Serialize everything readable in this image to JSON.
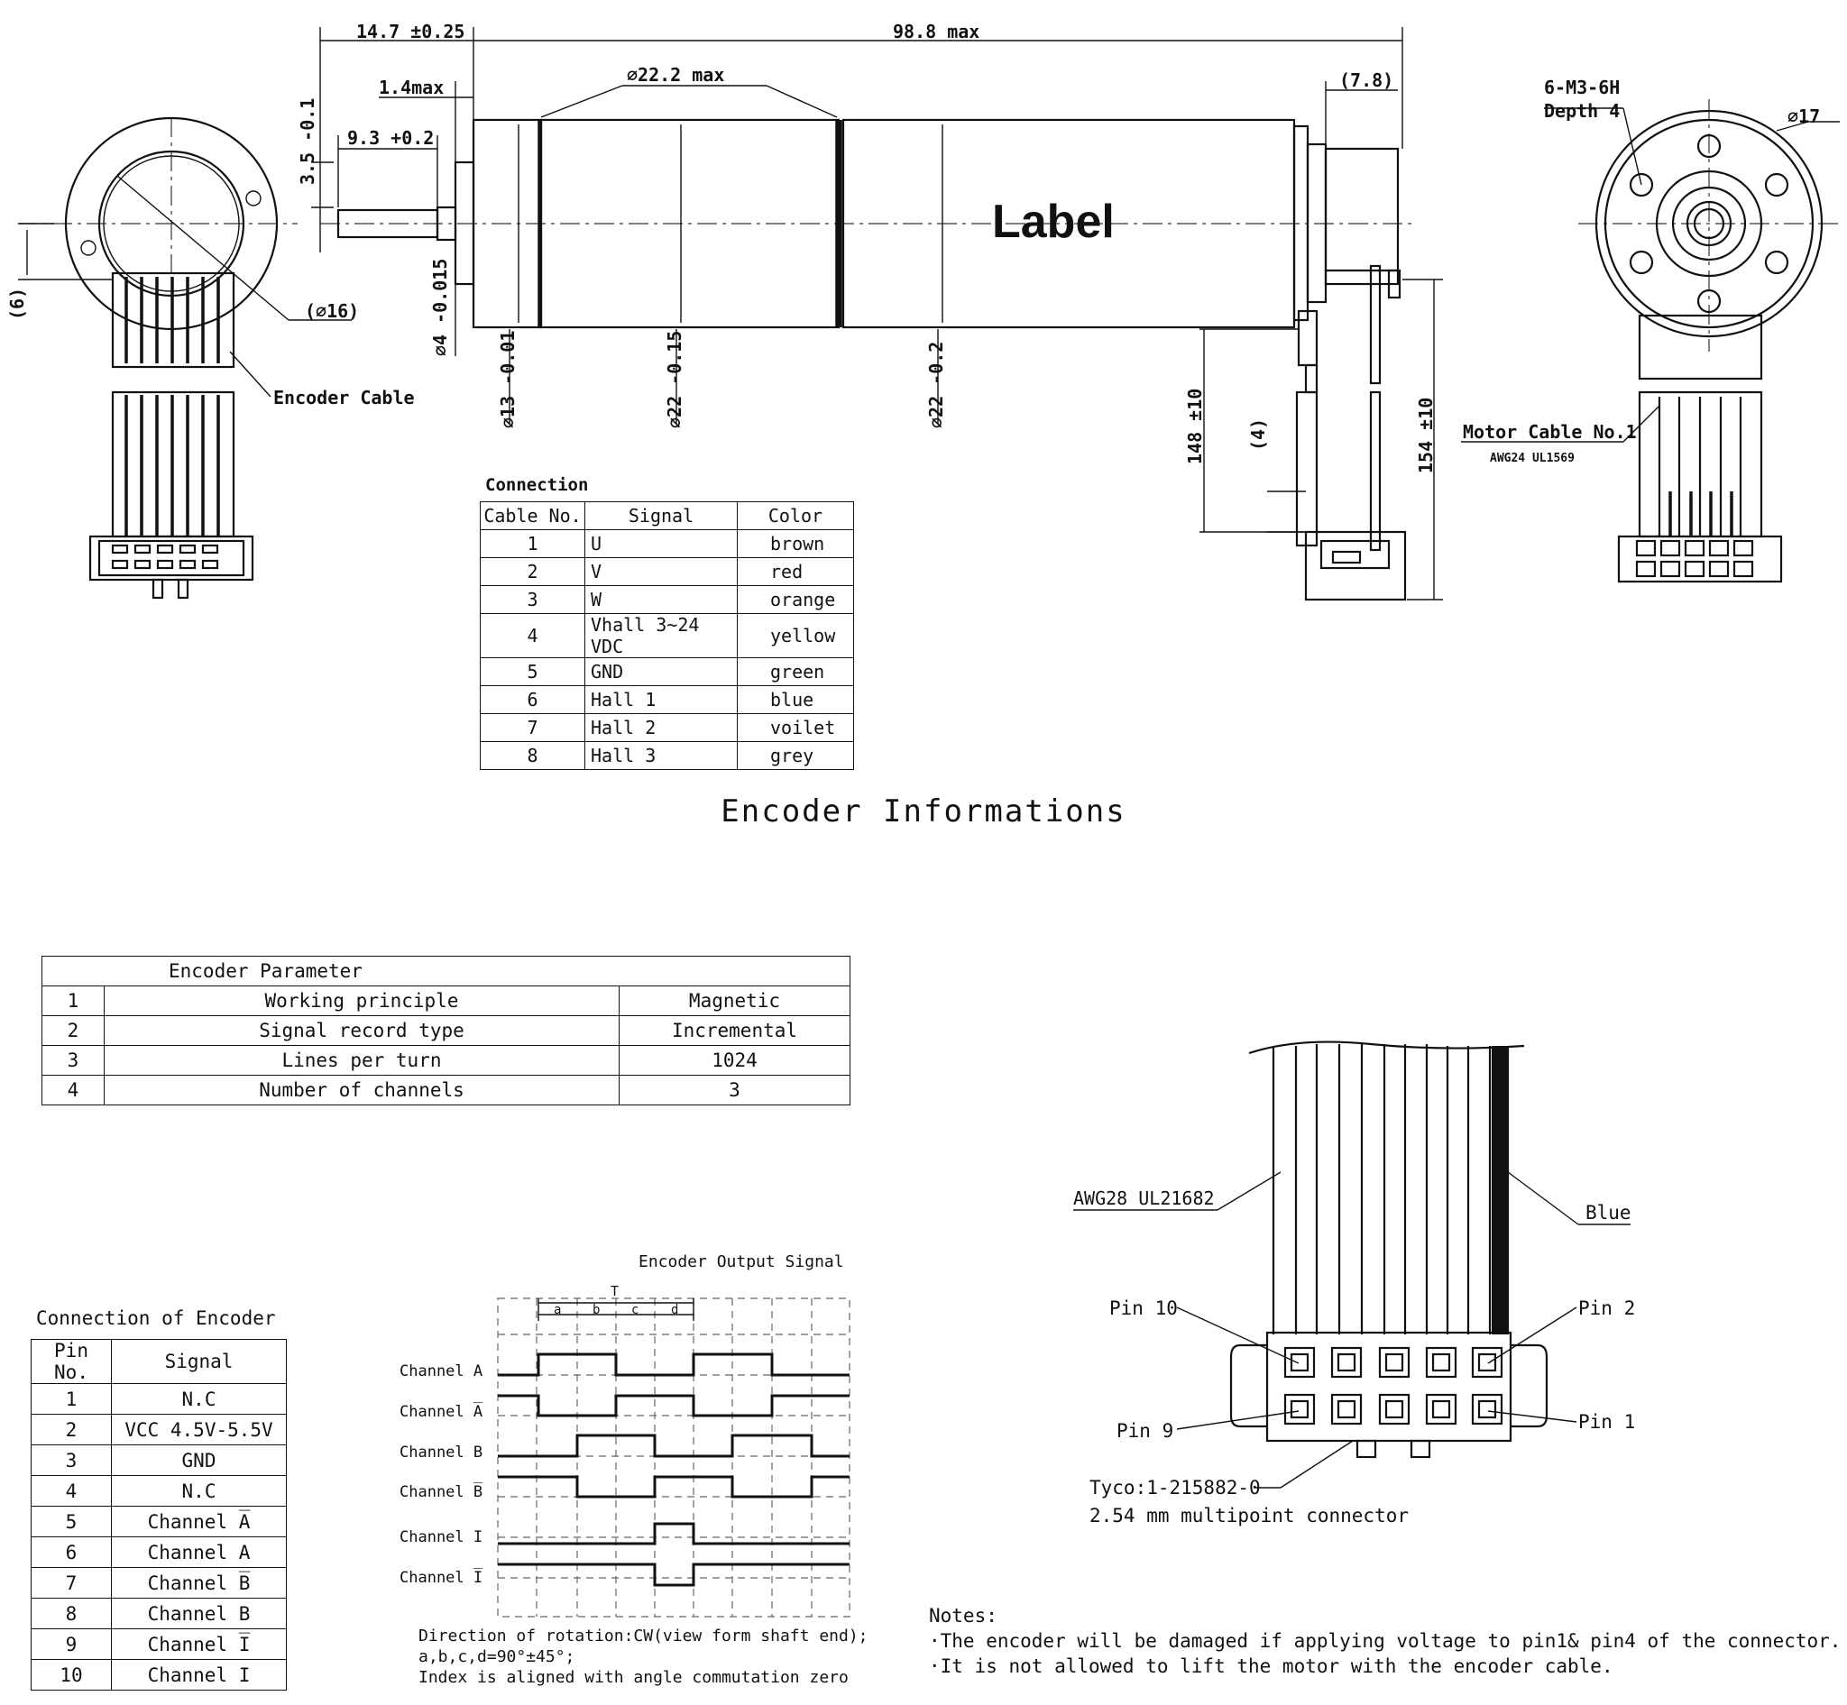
{
  "drawing": {
    "dims": {
      "d1": "14.7 ±0.25",
      "d2": "98.8 max",
      "d3": "1.4max",
      "d4": "∅22.2 max",
      "d5": "(7.8)",
      "d6_a": "6-M3-6H",
      "d6_b": "Depth 4",
      "d7": "∅17",
      "d8": "3.5 -0.1",
      "d9": "9.3 +0.2",
      "d10": "(6)",
      "d11": "(∅16)",
      "d12": "∅4 -0.015",
      "d13": "∅13 -0.01",
      "d14": "∅22 -0.15",
      "d15": "∅22 -0.2",
      "d16": "148 ±10",
      "d17": "(4)",
      "d18": "154 ±10"
    },
    "label": "Label",
    "encoder_cable": "Encoder Cable",
    "motor_cable": "Motor Cable No.1",
    "motor_cable_spec": "AWG24 UL1569"
  },
  "connection": {
    "title": "Connection",
    "headers": [
      "Cable No.",
      "Signal",
      "Color"
    ],
    "rows": [
      [
        "1",
        "U",
        "brown"
      ],
      [
        "2",
        "V",
        "red"
      ],
      [
        "3",
        "W",
        "orange"
      ],
      [
        "4",
        "Vhall 3~24 VDC",
        "yellow"
      ],
      [
        "5",
        "GND",
        "green"
      ],
      [
        "6",
        "Hall 1",
        "blue"
      ],
      [
        "7",
        "Hall 2",
        "voilet"
      ],
      [
        "8",
        "Hall 3",
        "grey"
      ]
    ]
  },
  "encoder_title": "Encoder Informations",
  "encoder_parameter": {
    "title": "Encoder Parameter",
    "rows": [
      [
        "1",
        "Working principle",
        "Magnetic"
      ],
      [
        "2",
        "Signal record type",
        "Incremental"
      ],
      [
        "3",
        "Lines per turn",
        "1024"
      ],
      [
        "4",
        "Number of channels",
        "3"
      ]
    ]
  },
  "encoder_connection": {
    "title": "Connection of Encoder",
    "headers": [
      "Pin No.",
      "Signal"
    ],
    "rows": [
      [
        "1",
        "N.C"
      ],
      [
        "2",
        "VCC 4.5V-5.5V"
      ],
      [
        "3",
        "GND"
      ],
      [
        "4",
        "N.C"
      ],
      [
        "5",
        "Channel A̅"
      ],
      [
        "6",
        "Channel A"
      ],
      [
        "7",
        "Channel B̅"
      ],
      [
        "8",
        "Channel B"
      ],
      [
        "9",
        "Channel I̅"
      ],
      [
        "10",
        "Channel I"
      ]
    ]
  },
  "waveform": {
    "title": "Encoder Output Signal",
    "period_label": "T",
    "phase_labels": [
      "a",
      "b",
      "c",
      "d"
    ],
    "channels": [
      "Channel A",
      "Channel A̅",
      "Channel B",
      "Channel B̅",
      "Channel I",
      "Channel I̅"
    ],
    "caption": [
      "Direction of rotation:CW(view form shaft end);",
      "a,b,c,d=90°±45°;",
      "Index is aligned with angle commutation zero"
    ]
  },
  "connector": {
    "cable_spec": "AWG28 UL21682",
    "blue": "Blue",
    "pin10": "Pin 10",
    "pin2": "Pin 2",
    "pin9": "Pin 9",
    "pin1": "Pin 1",
    "part_no": "Tyco:1-215882-0",
    "part_desc": "2.54 mm multipoint connector"
  },
  "notes": {
    "title": "Notes:",
    "items": [
      "·The encoder will be damaged if applying voltage to pin1& pin4 of the connector.",
      "·It is not allowed to lift the motor with the encoder cable."
    ]
  }
}
